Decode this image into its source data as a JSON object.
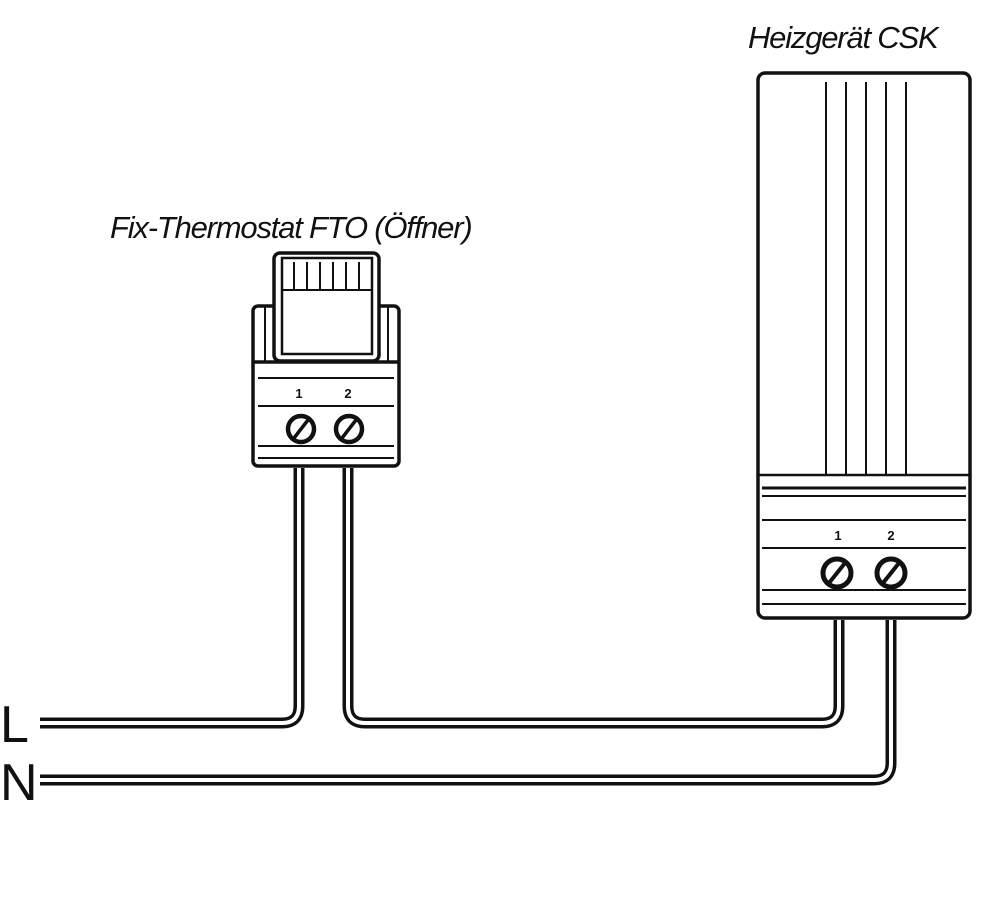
{
  "labels": {
    "thermostat": "Fix-Thermostat FTO (Öffner)",
    "heater": "Heizgerät CSK",
    "line_l": "L",
    "line_n": "N"
  },
  "terminals": {
    "thermostat": [
      "1",
      "2"
    ],
    "heater": [
      "1",
      "2"
    ]
  }
}
